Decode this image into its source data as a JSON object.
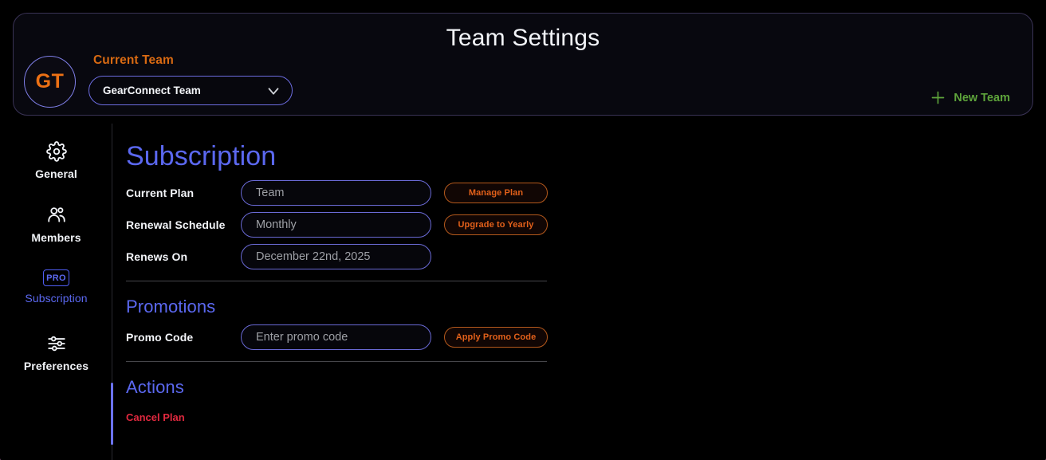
{
  "header": {
    "title": "Team Settings",
    "avatar_initials": "GT",
    "current_team_label": "Current Team",
    "team_select_value": "GearConnect Team",
    "chevron_icon": "chevron-down-icon",
    "new_team_label": "New Team",
    "new_team_icon": "plus-icon"
  },
  "sidebar": {
    "items": [
      {
        "label": "General",
        "icon": "gear-icon",
        "active": false
      },
      {
        "label": "Members",
        "icon": "users-icon",
        "active": false
      },
      {
        "label": "Subscription",
        "icon": "pro-badge-icon",
        "active": true,
        "badge_text": "PRO"
      },
      {
        "label": "Preferences",
        "icon": "sliders-icon",
        "active": false
      }
    ]
  },
  "main": {
    "subscription": {
      "heading": "Subscription",
      "rows": [
        {
          "label": "Current Plan",
          "value": "Team",
          "button": "Manage Plan"
        },
        {
          "label": "Renewal Schedule",
          "value": "Monthly",
          "button": "Upgrade to Yearly"
        },
        {
          "label": "Renews On",
          "value": "December 22nd, 2025",
          "button": null
        }
      ]
    },
    "promotions": {
      "heading": "Promotions",
      "promo_label": "Promo Code",
      "promo_placeholder": "Enter promo code",
      "promo_value": "",
      "apply_button": "Apply Promo Code"
    },
    "actions": {
      "heading": "Actions",
      "cancel_link": "Cancel Plan"
    }
  },
  "colors": {
    "background": "#000000",
    "accent_blue": "#5b68f0",
    "accent_orange": "#e2601a",
    "accent_green": "#5ea43b",
    "danger_red": "#e2293f",
    "border_periwinkle": "#6a6ad6"
  }
}
